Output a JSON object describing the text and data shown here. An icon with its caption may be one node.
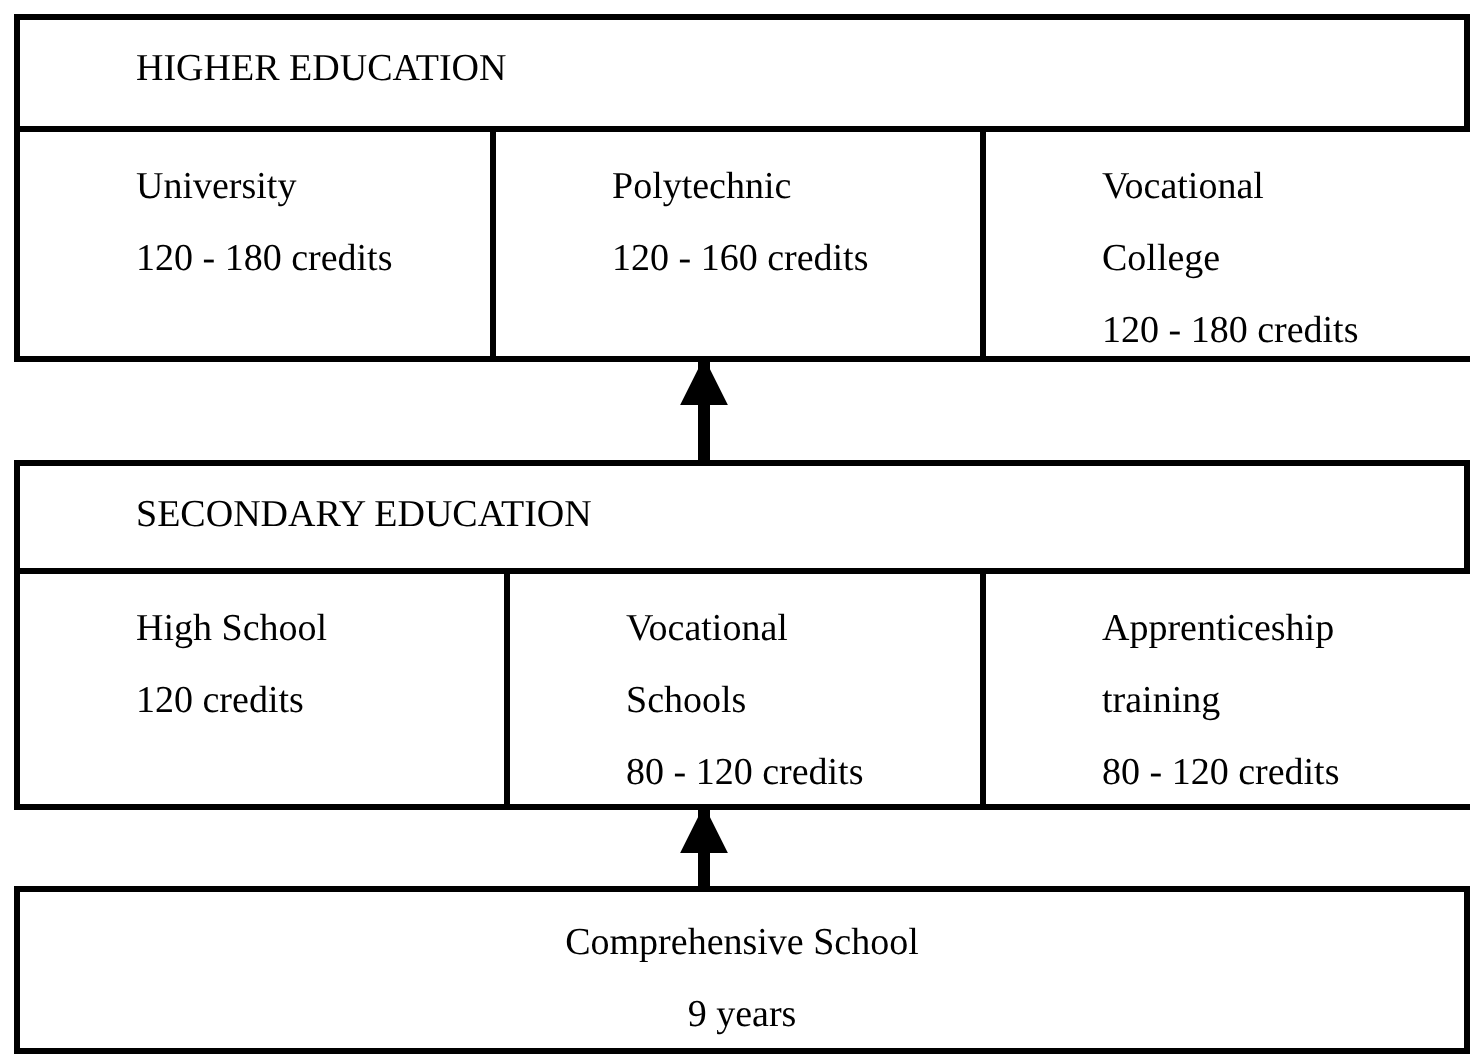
{
  "diagram": {
    "nodes": [
      {
        "text": [
          "HIGHER EDUCATION"
        ]
      },
      {
        "text": [
          "University",
          "120 - 180 credits"
        ],
        "in": 0
      },
      {
        "text": [
          "Polytechnic",
          "120 - 160 credits"
        ],
        "in": 0
      },
      {
        "text": [
          "Vocational College",
          "120 - 180 credits"
        ],
        "in": 0
      },
      {
        "text": [
          "SECONDARY EDUCATION"
        ]
      },
      {
        "text": [
          "High School",
          "120 credits"
        ],
        "in": 4
      },
      {
        "text": [
          "Vocational Schools",
          "80 - 120 credits"
        ],
        "in": 4
      },
      {
        "text": [
          "Apprenticeship training",
          "80 - 120 credits"
        ],
        "in": 4
      },
      {
        "text": [
          "Comprehensive School",
          "9 years"
        ]
      }
    ],
    "edges": [
      {
        "from": 4,
        "to": 2,
        "arrow": "to"
      },
      {
        "from": 8,
        "to": 6,
        "arrow": "to"
      }
    ]
  }
}
